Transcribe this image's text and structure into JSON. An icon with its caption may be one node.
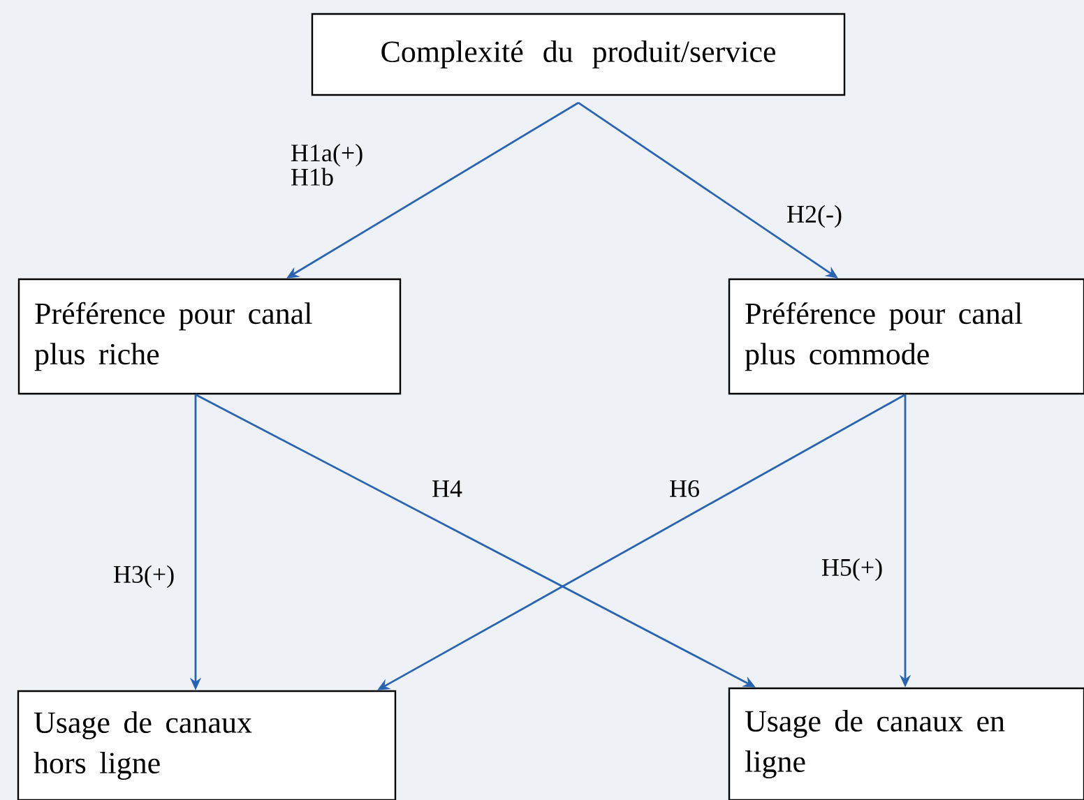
{
  "diagram": {
    "nodes": [
      {
        "text": [
          "Complexité du produit/service"
        ]
      },
      {
        "text": [
          "Préférence pour canal plus riche"
        ]
      },
      {
        "text": [
          "Préférence pour canal plus commode"
        ]
      },
      {
        "text": [
          "Usage de canaux hors ligne"
        ]
      },
      {
        "text": [
          "Usage de canaux en ligne"
        ]
      }
    ],
    "edges": [
      {
        "from": 0,
        "to": 1,
        "arrow": "to",
        "label": "H1a(+) H1b"
      },
      {
        "from": 0,
        "to": 2,
        "arrow": "to",
        "label": "H2(-)"
      },
      {
        "from": 1,
        "to": 3,
        "arrow": "to",
        "label": "H3(+)"
      },
      {
        "from": 1,
        "to": 4,
        "arrow": "to",
        "label": "H4"
      },
      {
        "from": 2,
        "to": 4,
        "arrow": "to",
        "label": "H5(+)"
      },
      {
        "from": 2,
        "to": 3,
        "arrow": "to",
        "label": "H6"
      }
    ]
  }
}
